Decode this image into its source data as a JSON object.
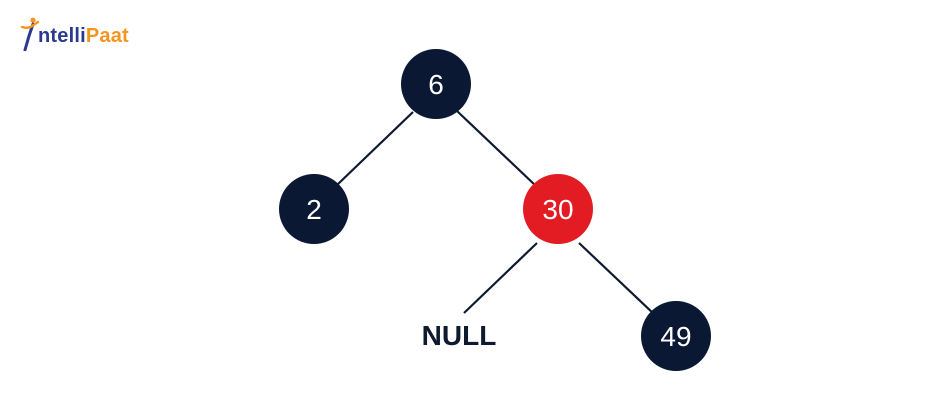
{
  "logo": {
    "text_part1": "ntelli",
    "text_part2": "Paat",
    "colors": {
      "primary": "#2b3990",
      "accent": "#f7941d"
    }
  },
  "tree": {
    "nodes": [
      {
        "id": "n6",
        "label": "6",
        "color": "black"
      },
      {
        "id": "n2",
        "label": "2",
        "color": "black"
      },
      {
        "id": "n30",
        "label": "30",
        "color": "red"
      },
      {
        "id": "n49",
        "label": "49",
        "color": "black"
      }
    ],
    "null_leaf": {
      "label": "NULL"
    },
    "edges": [
      {
        "from": "n6",
        "to": "n2"
      },
      {
        "from": "n6",
        "to": "n30"
      },
      {
        "from": "n30",
        "to": "null"
      },
      {
        "from": "n30",
        "to": "n49"
      }
    ],
    "colors": {
      "black_node": "#0b1833",
      "red_node": "#e31b23",
      "edge": "#0e1a2f"
    }
  }
}
